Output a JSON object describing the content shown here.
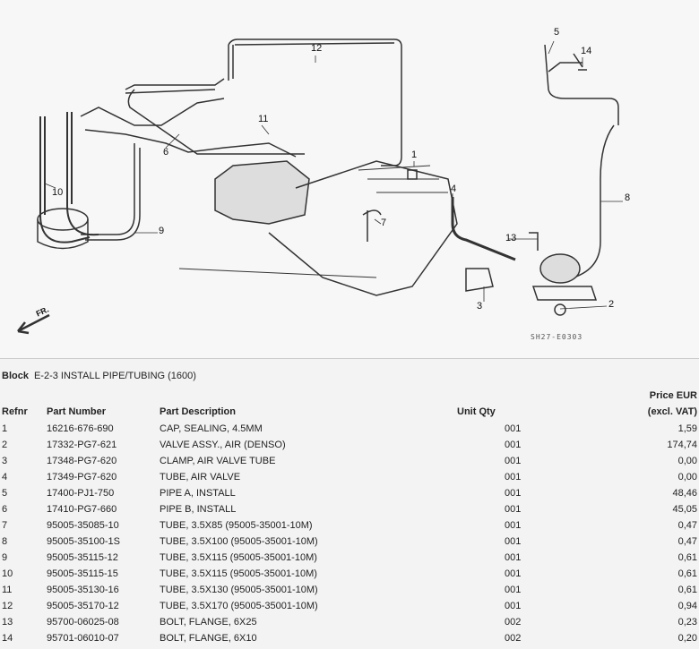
{
  "diagram": {
    "callouts": [
      "1",
      "2",
      "3",
      "4",
      "5",
      "6",
      "7",
      "8",
      "9",
      "10",
      "11",
      "12",
      "13",
      "14"
    ],
    "direction_label": "FR.",
    "code": "SH27-E0303"
  },
  "block": {
    "label": "Block",
    "value": "E-2-3 INSTALL PIPE/TUBING (1600)"
  },
  "table": {
    "headers": {
      "refnr": "Refnr",
      "part_number": "Part Number",
      "description": "Part Description",
      "qty": "Unit Qty",
      "price_line1": "Price EUR",
      "price_line2": "(excl. VAT)"
    },
    "rows": [
      {
        "ref": "1",
        "pn": "16216-676-690",
        "desc": "CAP, SEALING, 4.5MM",
        "qty": "001",
        "price": "1,59"
      },
      {
        "ref": "2",
        "pn": "17332-PG7-621",
        "desc": "VALVE ASSY., AIR (DENSO)",
        "qty": "001",
        "price": "174,74"
      },
      {
        "ref": "3",
        "pn": "17348-PG7-620",
        "desc": "CLAMP, AIR VALVE TUBE",
        "qty": "001",
        "price": "0,00"
      },
      {
        "ref": "4",
        "pn": "17349-PG7-620",
        "desc": "TUBE, AIR VALVE",
        "qty": "001",
        "price": "0,00"
      },
      {
        "ref": "5",
        "pn": "17400-PJ1-750",
        "desc": "PIPE A, INSTALL",
        "qty": "001",
        "price": "48,46"
      },
      {
        "ref": "6",
        "pn": "17410-PG7-660",
        "desc": "PIPE B, INSTALL",
        "qty": "001",
        "price": "45,05"
      },
      {
        "ref": "7",
        "pn": "95005-35085-10",
        "desc": "TUBE, 3.5X85 (95005-35001-10M)",
        "qty": "001",
        "price": "0,47"
      },
      {
        "ref": "8",
        "pn": "95005-35100-1S",
        "desc": "TUBE, 3.5X100 (95005-35001-10M)",
        "qty": "001",
        "price": "0,47"
      },
      {
        "ref": "9",
        "pn": "95005-35115-12",
        "desc": "TUBE, 3.5X115 (95005-35001-10M)",
        "qty": "001",
        "price": "0,61"
      },
      {
        "ref": "10",
        "pn": "95005-35115-15",
        "desc": "TUBE, 3.5X115 (95005-35001-10M)",
        "qty": "001",
        "price": "0,61"
      },
      {
        "ref": "11",
        "pn": "95005-35130-16",
        "desc": "TUBE, 3.5X130 (95005-35001-10M)",
        "qty": "001",
        "price": "0,61"
      },
      {
        "ref": "12",
        "pn": "95005-35170-12",
        "desc": "TUBE, 3.5X170 (95005-35001-10M)",
        "qty": "001",
        "price": "0,94"
      },
      {
        "ref": "13",
        "pn": "95700-06025-08",
        "desc": "BOLT, FLANGE, 6X25",
        "qty": "002",
        "price": "0,23"
      },
      {
        "ref": "14",
        "pn": "95701-06010-07",
        "desc": "BOLT, FLANGE, 6X10",
        "qty": "002",
        "price": "0,20"
      }
    ]
  }
}
